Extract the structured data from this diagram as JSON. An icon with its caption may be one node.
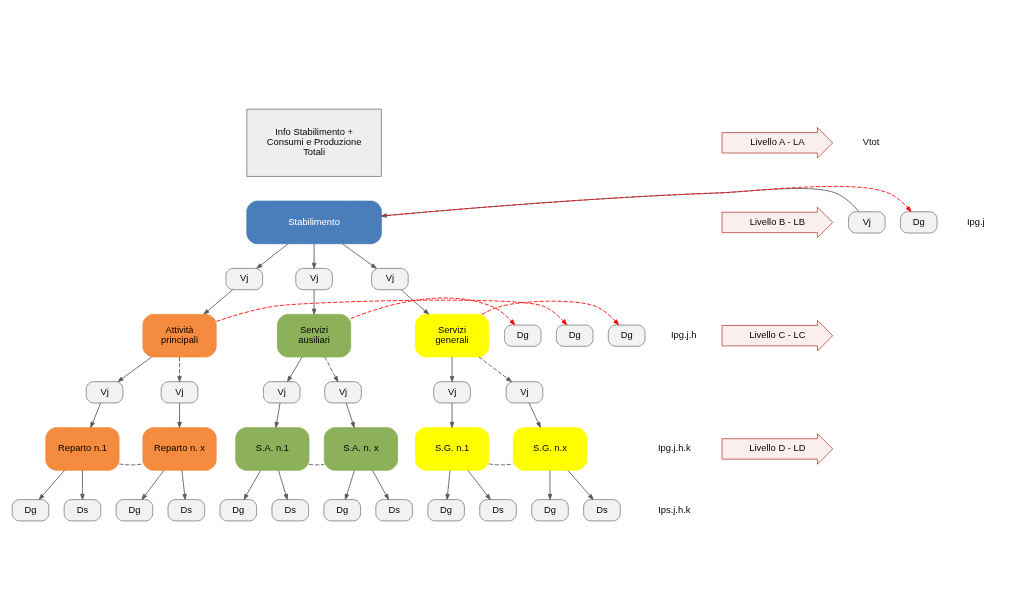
{
  "diagram": {
    "nodes": [
      {
        "text": [
          "Info Stabilimento + Consumi e Produzione Totali"
        ]
      },
      {
        "text": [
          "Vj"
        ]
      },
      {
        "text": [
          "Stabilimento"
        ]
      },
      {
        "text": [
          "Dg"
        ]
      },
      {
        "text": [
          "Vj"
        ]
      },
      {
        "text": [
          "Vj"
        ]
      },
      {
        "text": [
          "Vj"
        ]
      },
      {
        "text": [
          "Attività principali"
        ]
      },
      {
        "text": [
          "Dg"
        ]
      },
      {
        "text": [
          "Servizi ausiliari"
        ]
      },
      {
        "text": [
          "Dg"
        ]
      },
      {
        "text": [
          "Servizi generali"
        ]
      },
      {
        "text": [
          "Dg"
        ]
      },
      {
        "text": [
          "Vj"
        ]
      },
      {
        "text": [
          "Vj"
        ]
      },
      {
        "text": [
          "Vj"
        ]
      },
      {
        "text": [
          "Vj"
        ]
      },
      {
        "text": [
          "Vj"
        ]
      },
      {
        "text": [
          "Vj"
        ]
      },
      {
        "text": [
          "Reparto n.1"
        ]
      },
      {
        "text": [
          "Reparto n. x"
        ]
      },
      {
        "text": [
          "S.A. n.1"
        ]
      },
      {
        "text": [
          "S.A. n. x"
        ]
      },
      {
        "text": [
          "S.G. n.1"
        ]
      },
      {
        "text": [
          "S.G. n.x"
        ]
      },
      {
        "text": [
          "Dg"
        ]
      },
      {
        "text": [
          "Ds"
        ]
      },
      {
        "text": [
          "Dg"
        ]
      },
      {
        "text": [
          "Ds"
        ]
      },
      {
        "text": [
          "Dg"
        ]
      },
      {
        "text": [
          "Ds"
        ]
      },
      {
        "text": [
          "Dg"
        ]
      },
      {
        "text": [
          "Ds"
        ]
      },
      {
        "text": [
          "Dg"
        ]
      },
      {
        "text": [
          "Ds"
        ]
      },
      {
        "text": [
          "Dg"
        ]
      },
      {
        "text": [
          "Ds"
        ]
      },
      {
        "text": [
          "Livello A - LA"
        ]
      },
      {
        "text": [
          "Livello B - LB"
        ]
      },
      {
        "text": [
          "Livello C - LC"
        ]
      },
      {
        "text": [
          "Livello D - LD"
        ]
      }
    ],
    "edges": [
      {
        "from": 1,
        "to": 2,
        "arrow": "to"
      },
      {
        "from": 2,
        "to": 3,
        "arrow": "to",
        "style": "dashed",
        "color": "#ff0000"
      },
      {
        "from": 2,
        "to": 4,
        "arrow": "to"
      },
      {
        "from": 2,
        "to": 5,
        "arrow": "to"
      },
      {
        "from": 2,
        "to": 6,
        "arrow": "to"
      },
      {
        "from": 4,
        "to": 7,
        "arrow": "to"
      },
      {
        "from": 5,
        "to": 9,
        "arrow": "to"
      },
      {
        "from": 6,
        "to": 11,
        "arrow": "to"
      },
      {
        "from": 7,
        "to": 8,
        "arrow": "to",
        "style": "dashed",
        "color": "#ff0000"
      },
      {
        "from": 9,
        "to": 10,
        "arrow": "to",
        "style": "dashed",
        "color": "#ff0000"
      },
      {
        "from": 11,
        "to": 12,
        "arrow": "to",
        "style": "dashed",
        "color": "#ff0000"
      },
      {
        "from": 7,
        "to": 13,
        "arrow": "to"
      },
      {
        "from": 7,
        "to": 14,
        "arrow": "to",
        "style": "dashed"
      },
      {
        "from": 9,
        "to": 15,
        "arrow": "to"
      },
      {
        "from": 9,
        "to": 16,
        "arrow": "to",
        "style": "dashed"
      },
      {
        "from": 11,
        "to": 17,
        "arrow": "to"
      },
      {
        "from": 11,
        "to": 18,
        "arrow": "to",
        "style": "dashed"
      },
      {
        "from": 13,
        "to": 19,
        "arrow": "to"
      },
      {
        "from": 14,
        "to": 20,
        "arrow": "to"
      },
      {
        "from": 15,
        "to": 21,
        "arrow": "to"
      },
      {
        "from": 16,
        "to": 22,
        "arrow": "to"
      },
      {
        "from": 17,
        "to": 23,
        "arrow": "to"
      },
      {
        "from": 18,
        "to": 24,
        "arrow": "to"
      },
      {
        "from": 19,
        "to": 20,
        "arrow": "none",
        "style": "dashed"
      },
      {
        "from": 21,
        "to": 22,
        "arrow": "none",
        "style": "dashed"
      },
      {
        "from": 23,
        "to": 24,
        "arrow": "none",
        "style": "dashed"
      },
      {
        "from": 19,
        "to": 25,
        "arrow": "to"
      },
      {
        "from": 19,
        "to": 26,
        "arrow": "to"
      },
      {
        "from": 20,
        "to": 27,
        "arrow": "to"
      },
      {
        "from": 20,
        "to": 28,
        "arrow": "to"
      },
      {
        "from": 21,
        "to": 29,
        "arrow": "to"
      },
      {
        "from": 21,
        "to": 30,
        "arrow": "to"
      },
      {
        "from": 22,
        "to": 31,
        "arrow": "to"
      },
      {
        "from": 22,
        "to": 32,
        "arrow": "to"
      },
      {
        "from": 23,
        "to": 33,
        "arrow": "to"
      },
      {
        "from": 23,
        "to": 34,
        "arrow": "to"
      },
      {
        "from": 24,
        "to": 35,
        "arrow": "to"
      },
      {
        "from": 24,
        "to": 36,
        "arrow": "to"
      }
    ],
    "labels": [
      "Vtot",
      "Ipg.j",
      "Ipg.j.h",
      "Ipg.j.h.k",
      "Ips.j.h.k"
    ]
  }
}
